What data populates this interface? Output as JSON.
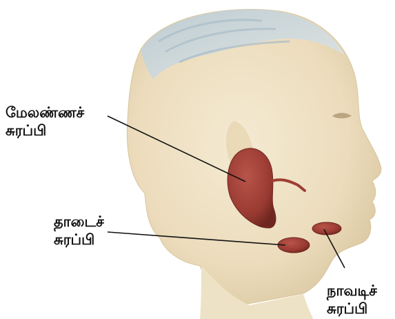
{
  "labels": {
    "parotid": {
      "line1": "மேலண்ணச்",
      "line2": "சுரப்பி"
    },
    "submandibular": {
      "line1": "தாடைச்",
      "line2": "சுரப்பி"
    },
    "sublingual": {
      "line1": "நாவடிச்",
      "line2": "சுரப்பி"
    }
  },
  "colors": {
    "skin": "#efe3c8",
    "skin_shadow": "#d9c9a6",
    "hair": "#c9d6dd",
    "gland": "#9e3d33",
    "gland_dark": "#6e2620",
    "leader_line": "#111111"
  }
}
